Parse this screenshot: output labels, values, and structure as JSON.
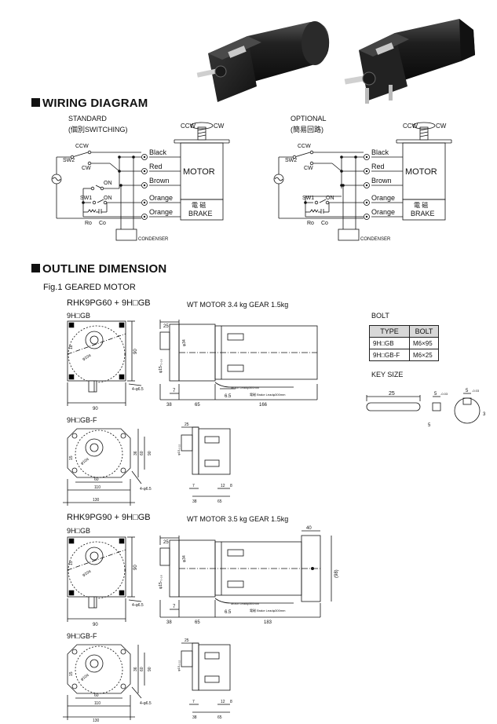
{
  "sections": {
    "wiring_title": "WIRING DIAGRAM",
    "outline_title": "OUTLINE DIMENSION"
  },
  "wiring": {
    "standard_label": "STANDARD",
    "standard_sub": "(個別SWITCHING)",
    "optional_label": "OPTIONAL",
    "optional_sub": "(簡易回路)",
    "ccw": "CCW",
    "cw": "CW",
    "sw2": "SW2",
    "sw1": "SW1",
    "on": "ON",
    "ro": "Ro",
    "co": "Co",
    "motor": "MOTOR",
    "brake_jp": "電 磁",
    "brake": "BRAKE",
    "condenser": "CONDENSER",
    "wires": [
      "Black",
      "Red",
      "Brown",
      "Orange",
      "Orange"
    ]
  },
  "outline": {
    "fig_label": "Fig.1 GEARED MOTOR",
    "model1": "RHK9PG60 + 9H□GB",
    "model1_wt": "WT MOTOR 3.4 kg GEAR 1.5kg",
    "model2": "RHK9PG90 + 9H□GB",
    "model2_wt": "WT MOTOR 3.5 kg GEAR 1.5kg",
    "type_gb": "9H□GB",
    "type_gbf": "9H□GB-F",
    "dims": {
      "d90": "90",
      "d25": "25",
      "d7": "7",
      "d38": "38",
      "d65": "65",
      "d166": "166",
      "d183": "183",
      "d6_5": "6.5",
      "d40": "40",
      "d98": "(98)",
      "d110": "110",
      "d130": "130",
      "d60": "60",
      "d12": "12",
      "d8": "8",
      "d18": "18",
      "d15": "15",
      "d36": "36",
      "d32": "32",
      "phi104": "φ104",
      "phi15": "φ15-₀.₁₈",
      "phi34": "φ34",
      "holes": "4-φ6.5",
      "motor_lead": "Motor Leadφ300mm",
      "brake_lead": "電磁 Brake Leadφ300mm"
    }
  },
  "bolt": {
    "title": "BOLT",
    "headers": [
      "TYPE",
      "BOLT"
    ],
    "rows": [
      [
        "9H□GB",
        "M6×95"
      ],
      [
        "9H□GB-F",
        "M6×25"
      ]
    ]
  },
  "key": {
    "title": "KEY SIZE",
    "len": "25",
    "w": "5",
    "h": "5",
    "t1": "3",
    "tol1": "-0.03",
    "tol2": "-0.03"
  }
}
